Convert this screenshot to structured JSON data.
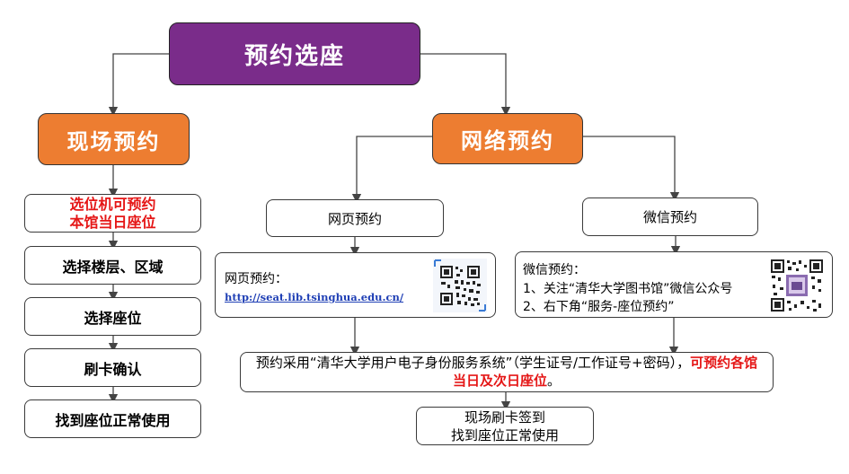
{
  "title": "预约选座",
  "branches": {
    "onsite": {
      "label": "现场预约",
      "steps": [
        {
          "line1": "选位机可预约",
          "line2": "本馆当日座位"
        },
        {
          "label": "选择楼层、区域"
        },
        {
          "label": "选择座位"
        },
        {
          "label": "刷卡确认"
        },
        {
          "label": "找到座位正常使用"
        }
      ]
    },
    "online": {
      "label": "网络预约",
      "web": {
        "label": "网页预约",
        "panel_title": "网页预约：",
        "url": "http://seat.lib.tsinghua.edu.cn/"
      },
      "wechat": {
        "label": "微信预约",
        "panel_title": "微信预约：",
        "line1": "1、关注“清华大学图书馆”微信公众号",
        "line2": "2、右下角“服务-座位预约”"
      },
      "auth": {
        "part1": "预约采用“清华大学用户电子身份服务系统”（学生证号/工作证号+密码），",
        "part2": "可预约各馆当日及次日座位",
        "part3": "。"
      },
      "final": {
        "line1": "现场刷卡签到",
        "line2": "找到座位正常使用"
      }
    }
  },
  "colors": {
    "title_bg": "#7a2c8a",
    "branch_bg": "#ed7d31",
    "highlight": "#e51616",
    "link": "#1f3fb5"
  },
  "icons": [
    "web-qr-code-icon",
    "wechat-qr-code-icon"
  ]
}
